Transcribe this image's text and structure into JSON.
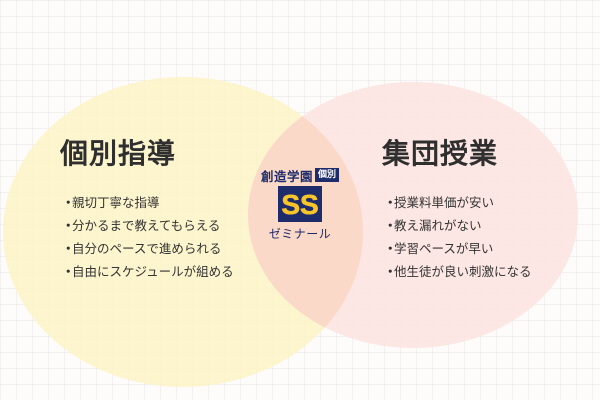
{
  "colors": {
    "left_circle": "#fbf3c6",
    "right_circle": "#fde4e1",
    "overlap": "#fbd9c8",
    "logo_navy": "#1f2c6b",
    "logo_gold": "#f7c52a"
  },
  "left": {
    "title": "個別指導",
    "bullet": "・",
    "items": [
      "親切丁寧な指導",
      "分かるまで教えてもらえる",
      "自分のペースで進められる",
      "自由にスケジュールが組める"
    ]
  },
  "right": {
    "title": "集団授業",
    "bullet": "・",
    "items": [
      "授業料単価が安い",
      "教え漏れがない",
      "学習ペースが早い",
      "他生徒が良い刺激になる"
    ]
  },
  "logo": {
    "name": "創造学園",
    "tag": "個別",
    "mark": "SS",
    "subtitle": "ゼミナール"
  }
}
